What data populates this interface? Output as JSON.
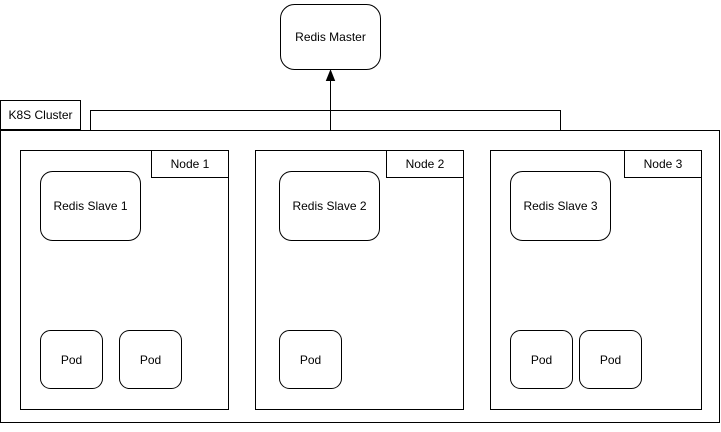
{
  "master": {
    "label": "Redis Master"
  },
  "cluster": {
    "label": "K8S Cluster"
  },
  "nodes": [
    {
      "label": "Node 1",
      "slave": "Redis Slave 1",
      "pods": [
        "Pod",
        "Pod"
      ]
    },
    {
      "label": "Node 2",
      "slave": "Redis Slave 2",
      "pods": [
        "Pod"
      ]
    },
    {
      "label": "Node 3",
      "slave": "Redis Slave 3",
      "pods": [
        "Pod",
        "Pod"
      ]
    }
  ],
  "connections": [
    {
      "from": "Redis Slave 1",
      "to": "Redis Master",
      "arrow": "up"
    },
    {
      "from": "Redis Slave 2",
      "to": "Redis Master",
      "arrow": "up"
    },
    {
      "from": "Redis Slave 3",
      "to": "Redis Master",
      "arrow": "up"
    },
    {
      "from": "Pod (Node 1, left)",
      "to": "Redis Slave 1",
      "arrow": "up"
    },
    {
      "from": "Pod (Node 1, right)",
      "to": "Redis Slave 1",
      "arrow": "up"
    },
    {
      "from": "Pod (Node 2)",
      "to": "Redis Slave 2",
      "arrow": "up"
    },
    {
      "from": "Pod (Node 3, left)",
      "to": "Redis Slave 3",
      "arrow": "up"
    },
    {
      "from": "Pod (Node 3, right)",
      "to": "Redis Slave 3",
      "arrow": "up"
    }
  ],
  "colors": {
    "stroke": "#000000",
    "shape_fill": "#ffffff",
    "text": "#000000",
    "canvas": "#ffffff"
  }
}
